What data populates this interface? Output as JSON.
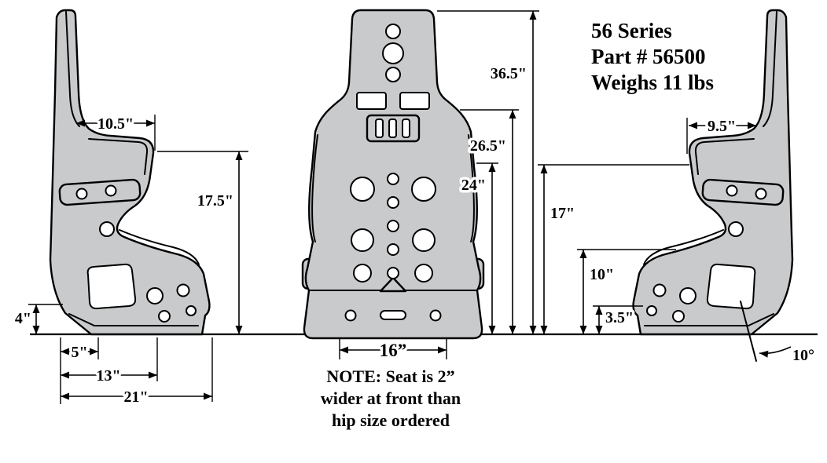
{
  "title_block": {
    "series": "56 Series",
    "part": "Part # 56500",
    "weight": "Weighs 11 lbs"
  },
  "note": {
    "line1": "NOTE:  Seat is 2”",
    "line2": "wider at front than",
    "line3": "hip size ordered"
  },
  "dimensions": {
    "left_view": {
      "top_width": "10.5\"",
      "back_height": "17.5\"",
      "rear_base_height": "4\"",
      "front_mount_offset": "5\"",
      "mid_span": "13\"",
      "base_length": "21\""
    },
    "front_view": {
      "overall_height": "36.5\"",
      "shoulder_height": "26.5\"",
      "side_height": "24\"",
      "seat_width": "16”"
    },
    "right_view": {
      "top_width": "9.5\"",
      "front_height": "17\"",
      "lumbar_height": "10\"",
      "base_height": "3.5\"",
      "rake_angle": "10°"
    }
  },
  "colors": {
    "seat_fill": "#c9cacc",
    "line": "#000000",
    "background": "#ffffff"
  }
}
